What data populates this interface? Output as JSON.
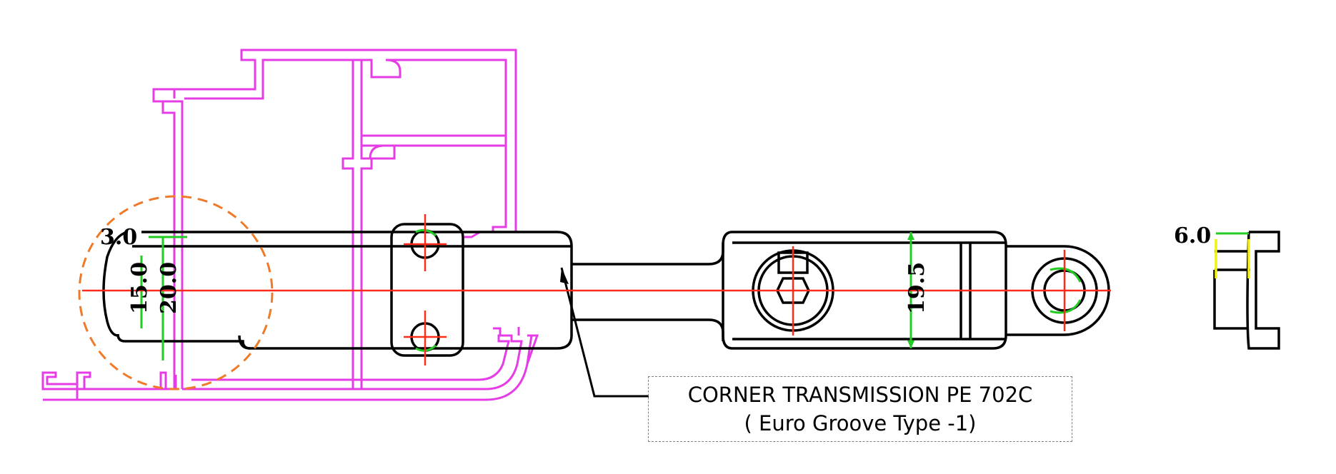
{
  "colors": {
    "profile": "#e63ce6",
    "part": "#000000",
    "centerline": "#ff2a1a",
    "dimension": "#22cc22",
    "highlight": "#f2f20a",
    "detail_circle": "#f07a28"
  },
  "dimensions": {
    "d_3_0": "3.0",
    "d_15_0": "15.0",
    "d_20_0": "20.0",
    "d_19_5": "19.5",
    "d_6_0": "6.0"
  },
  "callout": {
    "line1": "CORNER TRANSMISSION PE 702C",
    "line2": "( Euro Groove Type -1)"
  }
}
